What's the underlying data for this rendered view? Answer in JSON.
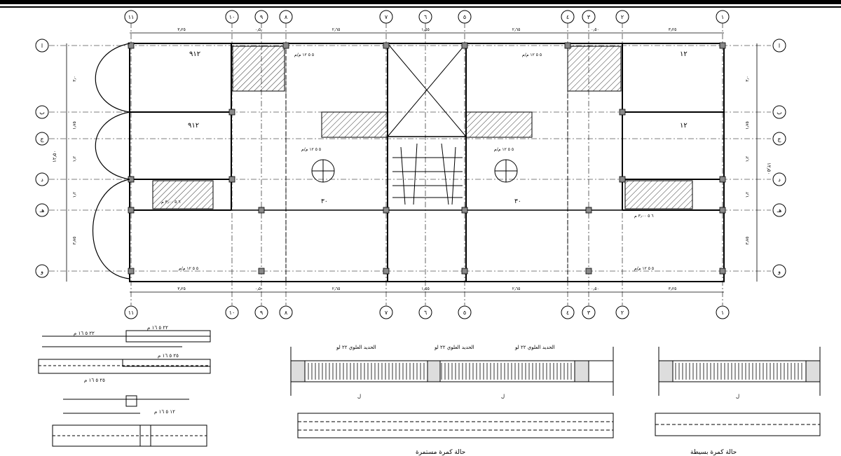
{
  "grid": {
    "columns_top": [
      "١١",
      "١٠",
      "٩",
      "٨",
      "٧",
      "٦",
      "٥",
      "٤",
      "٣",
      "٢",
      "١"
    ],
    "columns_bottom": [
      "١١",
      "١٠",
      "٩",
      "٨",
      "٧",
      "٦",
      "٥",
      "٤",
      "٣",
      "٢",
      "١"
    ],
    "rows_left": [
      "ا",
      "ب",
      "ج",
      "د",
      "هـ",
      "و"
    ],
    "rows_right": [
      "ا",
      "ب",
      "ج",
      "د",
      "هـ",
      "و"
    ]
  },
  "dims_top": [
    "٣٫٢٥",
    "٠٫٥٠",
    "٢٫٦٥",
    "١٫٥٥",
    "٢٫٦٥",
    "٠٫٥٠",
    "٣٫٢٥"
  ],
  "dims_bottom": [
    "٣٫٢٥",
    "٠٫٥٠",
    "٢٫٦٥",
    "١٫٥٥",
    "٢٫٦٥",
    "٠٫٥٠",
    "٣٫٢٥"
  ],
  "dims_left": [
    "٣٫٠",
    "١٫٧٥",
    "١٫٢",
    "١٫٢",
    "٣٫٧٥"
  ],
  "dims_right": [
    "٣٫٠",
    "١٫٧٥",
    "١٫٢",
    "١٫٢",
    "٣٫٧٥"
  ],
  "overall_left": "١٢٫٥٠",
  "overall_right": "١٢٫٥٠",
  "slab_labels": [
    "٩١٢",
    "٩١٢",
    "١٢",
    "١٢",
    "٣٠",
    "٣٠"
  ],
  "rebar_note": "٥ ٥ ١٢ م/م",
  "beam_label_right": "٦ ٥ ٣٫٠٠ م",
  "captions": {
    "continuous": "حالة كمرة مستمرة",
    "simple": "حالة كمرة بسيطة"
  },
  "detail_notes": {
    "d1": "٢٢ ٥ ١٦ م",
    "d2": "٢٢ ٥ ١٦ م",
    "d3": "٢٥ ٥ ١٦ م",
    "d4": "٢٥ ٥ ١٦ م",
    "d5": "١٢ ٥ ١٦ م",
    "beam_top_1": "الحديد العلوي ٢٢ لو",
    "beam_top_2": "الحديد العلوي ٢٢ لو",
    "beam_top_3": "الحديد العلوي ٢٢ لو",
    "span_l": "ل",
    "span_l2": "ل",
    "span_l3": "ل"
  }
}
